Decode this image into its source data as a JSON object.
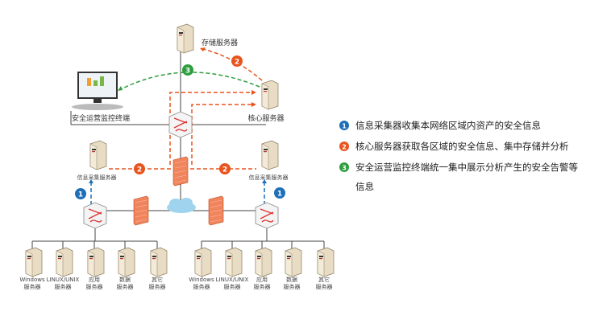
{
  "nodes": {
    "storage": "存储服务器",
    "monitor": "安全运营监控终端",
    "core": "核心服务器",
    "collector_left": "信息采集服务器",
    "collector_right": "信息采集服务器"
  },
  "left_servers": [
    {
      "l1": "Windows",
      "l2": "服务器"
    },
    {
      "l1": "LINUX/UNIX",
      "l2": "服务器"
    },
    {
      "l1": "应用",
      "l2": "服务器"
    },
    {
      "l1": "数据",
      "l2": "服务器"
    },
    {
      "l1": "其它",
      "l2": "服务器"
    }
  ],
  "right_servers": [
    {
      "l1": "Windows",
      "l2": "服务器"
    },
    {
      "l1": "LINUX/UNIX",
      "l2": "服务器"
    },
    {
      "l1": "应用",
      "l2": "服务器"
    },
    {
      "l1": "数据",
      "l2": "服务器"
    },
    {
      "l1": "其它",
      "l2": "服务器"
    }
  ],
  "badges": {
    "one": "1",
    "two": "2",
    "three": "3"
  },
  "legend": [
    {
      "num": "1",
      "text": "信息采集器收集本网络区域内资产的安全信息",
      "color": "#1e6fb8"
    },
    {
      "num": "2",
      "text": "核心服务器获取各区域的安全信息、集中存储并分析",
      "color": "#e8541e"
    },
    {
      "num": "3",
      "text": "安全运营监控终端统一集中展示分析产生的安全告警等",
      "text2": "信息",
      "color": "#2e9e3e"
    }
  ],
  "colors": {
    "blue": "#1e6fb8",
    "orange": "#e8541e",
    "green": "#2e9e3e"
  }
}
